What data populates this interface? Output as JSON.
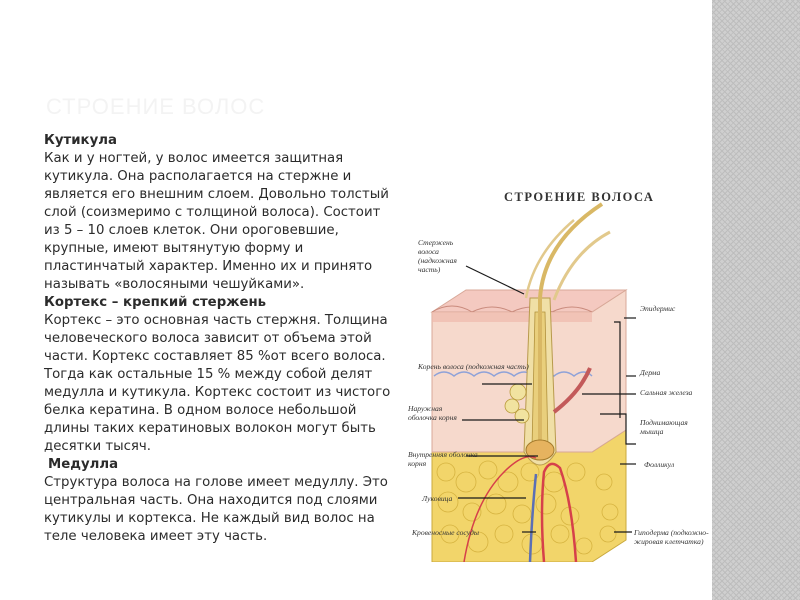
{
  "slide": {
    "title": "СТРОЕНИЕ ВОЛОС",
    "sections": [
      {
        "heading": "Кутикула",
        "lines": [
          "Как и у ногтей, у волос имеется защитная",
          "кутикула. Она располагается на стержне и",
          "является его внешним слоем. Довольно толстый",
          "слой (соизмеримо с толщиной волоса). Состоит",
          "из 5 – 10 слоев клеток. Они ороговевшие,",
          "крупные, имеют вытянутую форму и",
          "пластинчатый характер. Именно их и принято",
          "называть «волосяными чешуйками»."
        ]
      },
      {
        "heading": "Кортекс – крепкий стержень",
        "lines": [
          "Кортекс – это основная часть стержня. Толщина",
          "человеческого волоса зависит от объема этой",
          "части. Кортекс составляет 85 %от всего волоса.",
          "Тогда как остальные 15 % между собой делят",
          "медулла и кутикула. Кортекс состоит из чистого",
          "белка кератина. В одном волосе небольшой",
          "длины таких кератиновых волокон могут быть",
          "десятки тысяч."
        ]
      },
      {
        "heading": "Медулла",
        "lines": [
          "Структура волоса на голове имеет медуллу. Это",
          "центральная часть. Она находится под слоями",
          "кутикулы и кортекса. Не каждый вид волос на",
          "теле человека имеет эту часть."
        ]
      }
    ]
  },
  "figure": {
    "title": "СТРОЕНИЕ ВОЛОСА",
    "labels": {
      "shaft": [
        "Стержень",
        "волоса",
        "(надкожная",
        "часть)"
      ],
      "epidermis": [
        "Эпидермис"
      ],
      "root": [
        "Корень волоса (подкожная часть)"
      ],
      "dermis": [
        "Дерма"
      ],
      "sebaceous": [
        "Сальная железа"
      ],
      "outer_sheath": [
        "Наружная",
        "оболочка корня"
      ],
      "muscle": [
        "Поднимающая",
        "мышца"
      ],
      "inner_sheath": [
        "Внутренняя оболочка",
        "корня"
      ],
      "follicle": [
        "Фолликул"
      ],
      "bulb": [
        "Луковица"
      ],
      "vessels": [
        "Кровеносные сосуды"
      ],
      "hypodermis": [
        "Гиподерма (подкожно-",
        "жировая клетчатка)"
      ]
    }
  },
  "colors": {
    "title": "#f3f3f3",
    "text": "#2b2b2b",
    "skin": "#f3cfc2",
    "fat": "#f2d56a",
    "hair": "#e2c98c",
    "vessel_red": "#d6404a",
    "vessel_blue": "#5b6fb5",
    "pointer": "#1a1a1a"
  }
}
